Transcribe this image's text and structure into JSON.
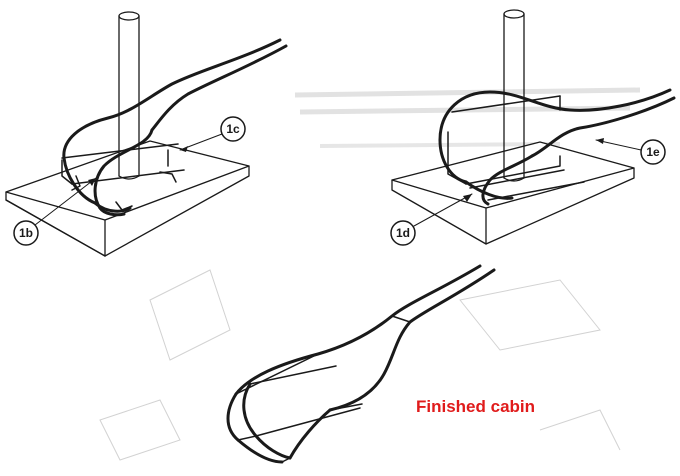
{
  "diagram": {
    "callouts": {
      "step_1b": "1b",
      "step_1c": "1c",
      "step_1d": "1d",
      "step_1e": "1e"
    },
    "caption": "Finished cabin"
  },
  "colors": {
    "line": "#1a1a1a",
    "caption": "#e01b1b",
    "faint": "#c8c8c8",
    "background": "#ffffff"
  }
}
